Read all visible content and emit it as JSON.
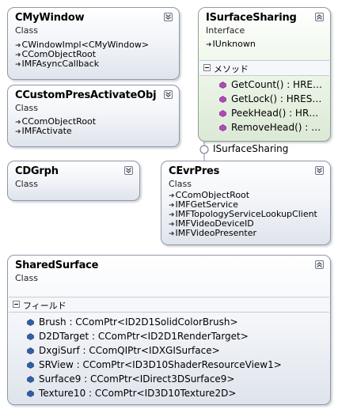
{
  "shapes": {
    "cmywindow": {
      "name": "CMyWindow",
      "kind": "Class",
      "inherits": [
        "CWindowImpl<CMyWindow>",
        "CComObjectRoot",
        "IMFAsyncCallback"
      ]
    },
    "ccustompres": {
      "name": "CCustomPresActivateObj",
      "kind": "Class",
      "inherits": [
        "CComObjectRoot",
        "IMFActivate"
      ]
    },
    "cdgrph": {
      "name": "CDGrph",
      "kind": "Class"
    },
    "cevrpres": {
      "name": "CEvrPres",
      "kind": "Class",
      "inherits": [
        "CComObjectRoot",
        "IMFGetService",
        "IMFTopologyServiceLookupClient",
        "IMFVideoDeviceID",
        "IMFVideoPresenter"
      ]
    },
    "isurfacesharing": {
      "name": "ISurfaceSharing",
      "kind": "Interface",
      "inherits": [
        "IUnknown"
      ],
      "section": "メソッド",
      "methods": [
        "GetCount() : HRE…",
        "GetLock() : HRES…",
        "PeekHead() : HR…",
        "RemoveHead() : …"
      ]
    },
    "sharedsurface": {
      "name": "SharedSurface",
      "kind": "Class",
      "section": "フィールド",
      "fields": [
        "Brush : CComPtr<ID2D1SolidColorBrush>",
        "D2DTarget : CComPtr<ID2D1RenderTarget>",
        "DxgiSurf : CComQIPtr<IDXGISurface>",
        "SRView : CComPtr<ID3D10ShaderResourceView1>",
        "Surface9 : CComPtr<IDirect3DSurface9>",
        "Texture10 : CComPtr<ID3D10Texture2D>"
      ]
    }
  },
  "connector": {
    "label": "ISurfaceSharing"
  },
  "colors": {
    "method_icon": "#b04ab8",
    "field_icon": "#2f5fa8",
    "lollipop": "#8a8f98"
  }
}
